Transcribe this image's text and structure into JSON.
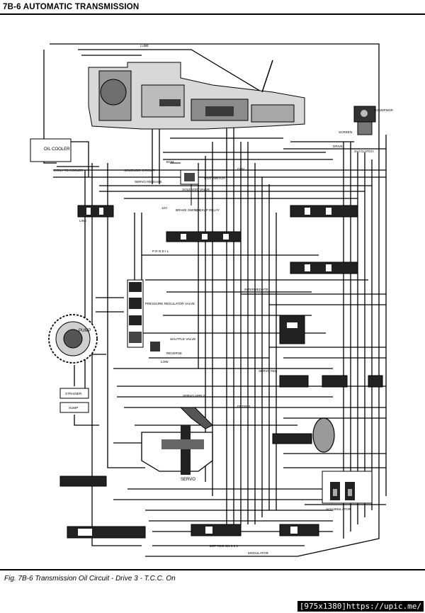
{
  "header": "7B-6 AUTOMATIC TRANSMISSION",
  "caption": "Fig. 7B-6 Transmission Oil Circuit - Drive 3 - T.C.C. On",
  "watermark": "[975x1380]https://upic.me/",
  "components": {
    "oil_cooler": "OIL COOLER",
    "pump": "PUMP",
    "strainer": "STRAINER",
    "sump": "SUMP",
    "pressure_regulator_valve": "PRESSURE REGULATOR VALVE",
    "shuttle_valve": "SHUTTLE VALVE",
    "servo": "SERVO",
    "accumulator": "ACCUMULATOR",
    "governor": "GOVERNOR",
    "screen": "SCREEN",
    "solenoid_valve": "SOLENOID VALVE",
    "ecm": "ECM",
    "brake_switch": "BRAKE SWITCH",
    "lockup_relay": "LOCKUP RELAY",
    "v12": "12V",
    "gov_switch": "GOV SWITCH"
  },
  "lines": {
    "lube": "LUBE",
    "conv_to_cooler": "CONV TO COOLER",
    "solenoid_circuit": "SOLENOID CIRCUIT",
    "servo_release": "SERVO RELEASE",
    "servo_apply": "SERVO APPLY",
    "line": "LINE",
    "drive": "DRIVE",
    "intermediate": "INTERMEDIATE",
    "reverse": "REVERSE",
    "low": "LOW",
    "modulator": "MODULATOR",
    "second_clutch": "2nd CLUTCH",
    "gov": "GOV",
    "detent": "DETENT",
    "servo_rel": "SERVO REL",
    "det_reg_on_3_2_1": "DET REG ON 3 2 1",
    "p_r_n_d_i_l": "P R N D I L"
  }
}
